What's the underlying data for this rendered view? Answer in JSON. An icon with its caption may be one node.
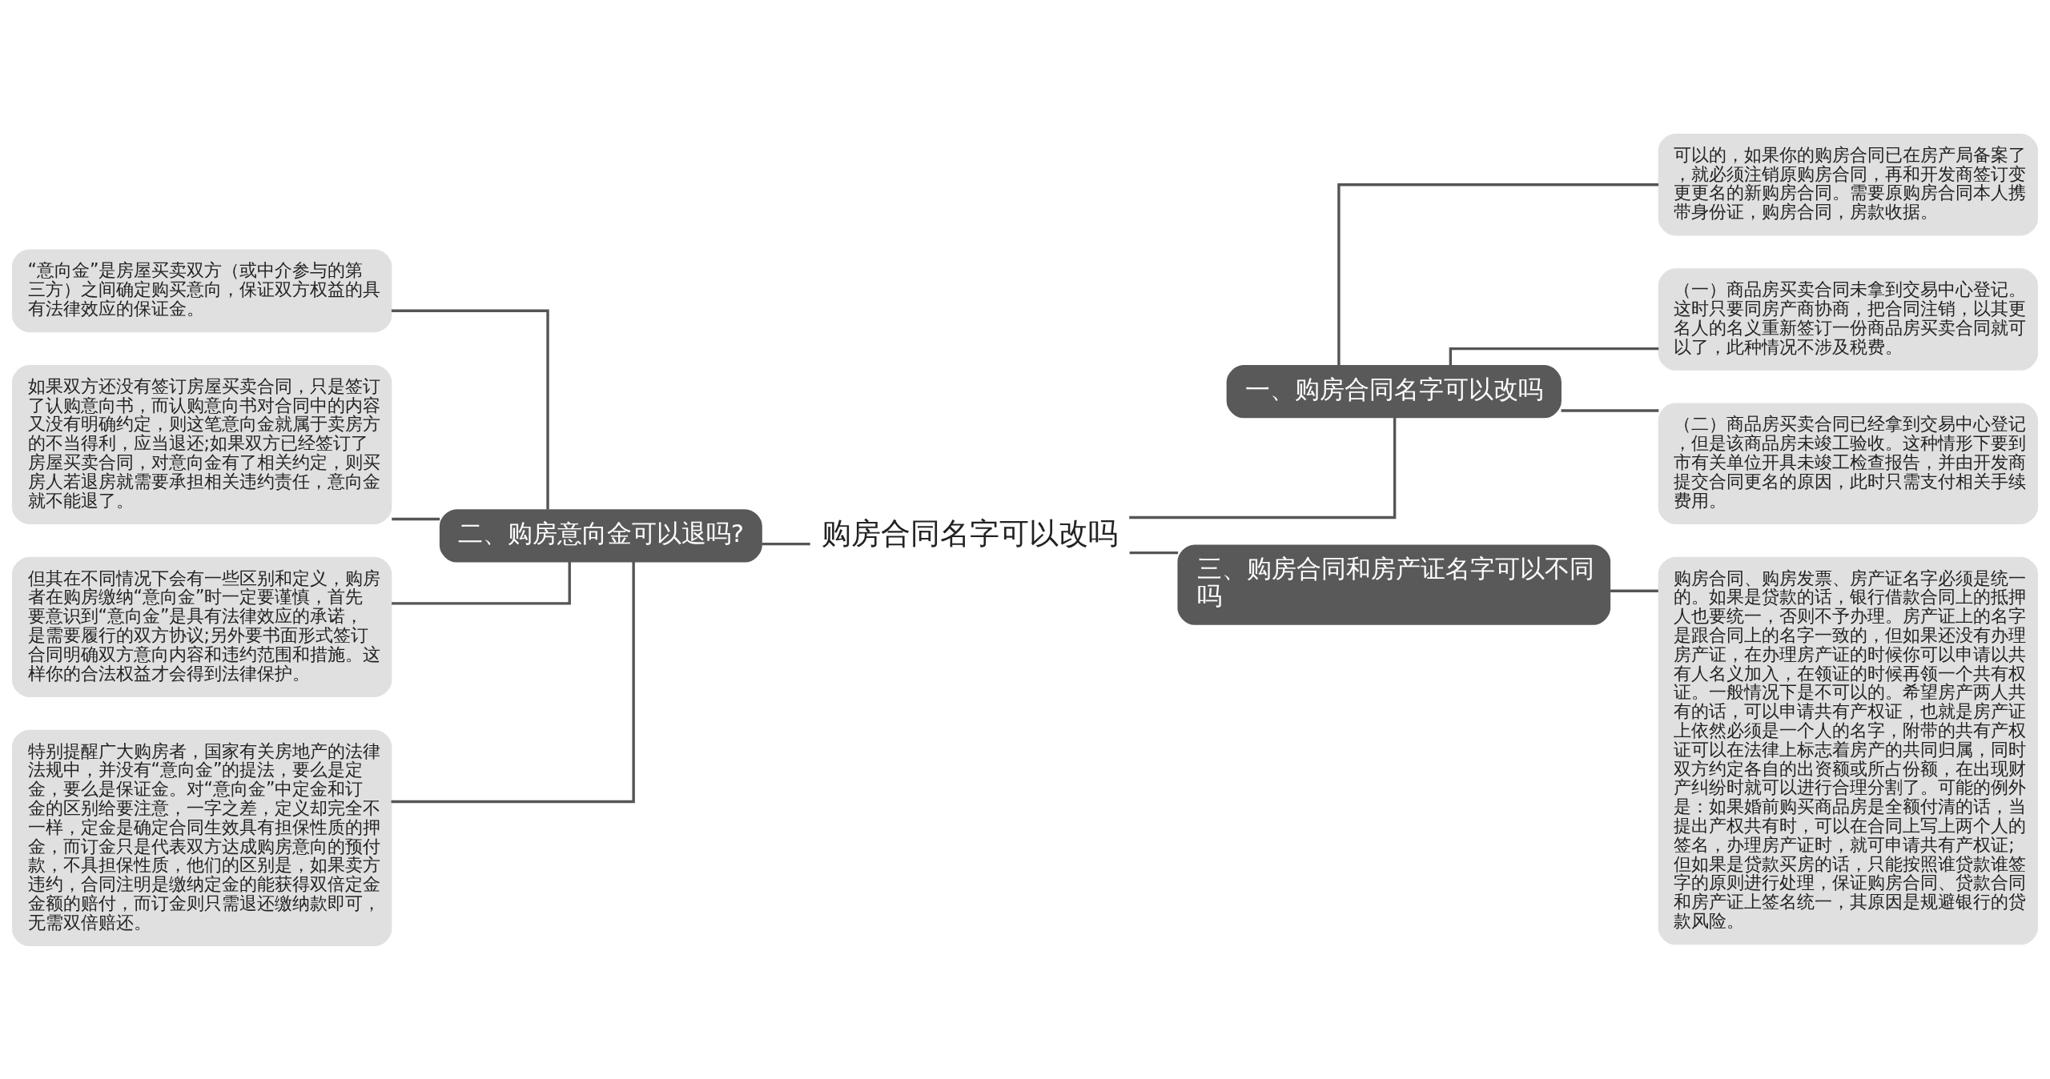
{
  "diagram": {
    "nodes": [
      {
        "text": [
          "购房合同名字可以改吗"
        ]
      },
      {
        "text": [
          "一、购房合同名字可以改吗"
        ]
      },
      {
        "text": [
          "可以的，如果你的购房合同已在房产局备案了，就必须注销原购房合同，再和开发商签订变更更名的新购房合同。需要原购房合同本人携带身份证，购房合同，房款收据。"
        ]
      },
      {
        "text": [
          "（一）商品房买卖合同未拿到交易中心登记。这时只要同房产商协商，把合同注销，以其更名人的名义重新签订一份商品房买卖合同就可以了，此种情况不涉及税费。"
        ]
      },
      {
        "text": [
          "（二）商品房买卖合同已经拿到交易中心登记，但是该商品房未竣工验收。这种情形下要到市有关单位开具未竣工检查报告，并由开发商提交合同更名的原因，此时只需支付相关手续费用。"
        ]
      },
      {
        "text": [
          "三、购房合同和房产证名字可以不同吗"
        ]
      },
      {
        "text": [
          "购房合同、购房发票、房产证名字必须是统一的。如果是贷款的话，银行借款合同上的抵押人也要统一，否则不予办理。房产证上的名字是跟合同上的名字一致的，但如果还没有办理房产证，在办理房产证的时候你可以申请以共有人名义加入，在领证的时候再领一个共有权证。一般情况下是不可以的。希望房产两人共有的话，可以申请共有产权证，也就是房产证上依然必须是一个人的名字，附带的共有产权证可以在法律上标志着房产的共同归属，同时双方约定各自的出资额或所占份额，在出现财产纠纷时就可以进行合理分割了。可能的例外是：如果婚前购买商品房是全额付清的话，当提出产权共有时，可以在合同上写上两个人的签名，办理房产证时，就可申请共有产权证;但如果是贷款买房的话，只能按照谁贷款谁签字的原则进行处理，保证购房合同、贷款合同和房产证上签名统一，其原因是规避银行的贷款风险。"
        ]
      },
      {
        "text": [
          "二、购房意向金可以退吗?"
        ]
      },
      {
        "text": [
          "“意向金”是房屋买卖双方（或中介参与的第三方）之间确定购买意向，保证双方权益的具有法律效应的保证金。"
        ]
      },
      {
        "text": [
          "如果双方还没有签订房屋买卖合同，只是签订了认购意向书，而认购意向书对合同中的内容又没有明确约定，则这笔意向金就属于卖房方的不当得利，应当退还;如果双方已经签订了房屋买卖合同，对意向金有了相关约定，则买房人若退房就需要承担相关违约责任，意向金就不能退了。"
        ]
      },
      {
        "text": [
          "但其在不同情况下会有一些区别和定义，购房者在购房缴纳“意向金”时一定要谨慎，首先要意识到“意向金”是具有法律效应的承诺，是需要履行的双方协议;另外要书面形式签订合同明确双方意向内容和违约范围和措施。这样你的合法权益才会得到法律保护。"
        ]
      },
      {
        "text": [
          "特别提醒广大购房者，国家有关房地产的法律法规中，并没有“意向金”的提法，要么是定金，要么是保证金。对“意向金”中定金和订金的区别给要注意，一字之差，定义却完全不一样，定金是确定合同生效具有担保性质的押金，而订金只是代表双方达成购房意向的预付款，不具担保性质，他们的区别是，如果卖方违约，合同注明是缴纳定金的能获得双倍定金金额的赔付，而订金则只需退还缴纳款即可，无需双倍赔还。"
        ]
      }
    ],
    "edges": [
      {
        "from": 0,
        "to": 1,
        "arrow": "none"
      },
      {
        "from": 1,
        "to": 2,
        "arrow": "none"
      },
      {
        "from": 1,
        "to": 3,
        "arrow": "none"
      },
      {
        "from": 1,
        "to": 4,
        "arrow": "none"
      },
      {
        "from": 0,
        "to": 5,
        "arrow": "none"
      },
      {
        "from": 5,
        "to": 6,
        "arrow": "none"
      },
      {
        "from": 0,
        "to": 7,
        "arrow": "none"
      },
      {
        "from": 7,
        "to": 8,
        "arrow": "none"
      },
      {
        "from": 7,
        "to": 9,
        "arrow": "none"
      },
      {
        "from": 7,
        "to": 10,
        "arrow": "none"
      },
      {
        "from": 7,
        "to": 11,
        "arrow": "none"
      }
    ]
  }
}
